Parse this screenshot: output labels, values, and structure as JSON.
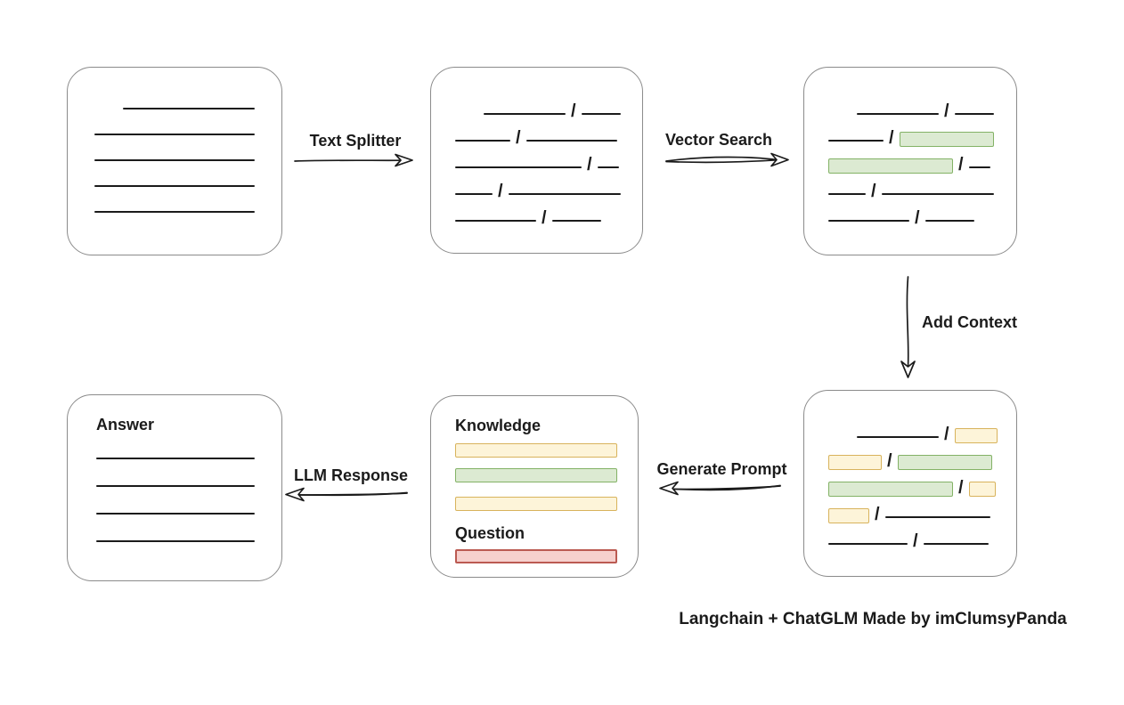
{
  "diagram": {
    "caption": "Langchain + ChatGLM Made by imClumsyPanda",
    "slash": "/",
    "colors": {
      "background": "#ffffff",
      "stroke": "#1b1b1b",
      "box_border": "#8b8b8b",
      "green_fill": "#dcead2",
      "green_border": "#83b266",
      "yellow_fill": "#fdf4d9",
      "yellow_border": "#d8b35c",
      "red_fill": "#f6d0cd",
      "red_border": "#bb5a52"
    },
    "arrows": [
      {
        "label": "Text Splitter",
        "direction": "right"
      },
      {
        "label": "Vector Search",
        "direction": "right"
      },
      {
        "label": "Add Context",
        "direction": "down"
      },
      {
        "label": "Generate Prompt",
        "direction": "left"
      },
      {
        "label": "LLM Response",
        "direction": "left"
      }
    ],
    "boxes": {
      "document": {
        "lines": [
          {
            "indent": 32,
            "w": 148
          },
          {
            "indent": 0,
            "w": 180
          },
          {
            "indent": 0,
            "w": 180
          },
          {
            "indent": 0,
            "w": 180
          },
          {
            "indent": 0,
            "w": 180
          }
        ]
      },
      "chunks": {
        "rows": [
          {
            "indent": 32,
            "segs": [
              {
                "k": "line",
                "w": 92
              },
              {
                "k": "slash"
              },
              {
                "k": "line",
                "w": 44
              }
            ]
          },
          {
            "indent": 0,
            "segs": [
              {
                "k": "line",
                "w": 62
              },
              {
                "k": "slash"
              },
              {
                "k": "line",
                "w": 102
              }
            ]
          },
          {
            "indent": 0,
            "segs": [
              {
                "k": "line",
                "w": 142
              },
              {
                "k": "slash"
              },
              {
                "k": "line",
                "w": 24
              }
            ]
          },
          {
            "indent": 0,
            "segs": [
              {
                "k": "line",
                "w": 42
              },
              {
                "k": "slash"
              },
              {
                "k": "line",
                "w": 126
              }
            ]
          },
          {
            "indent": 0,
            "segs": [
              {
                "k": "line",
                "w": 91
              },
              {
                "k": "slash"
              },
              {
                "k": "line",
                "w": 55
              }
            ]
          }
        ]
      },
      "vector_results": {
        "rows": [
          {
            "indent": 32,
            "segs": [
              {
                "k": "line",
                "w": 92
              },
              {
                "k": "slash"
              },
              {
                "k": "line",
                "w": 44
              }
            ]
          },
          {
            "indent": 0,
            "segs": [
              {
                "k": "line",
                "w": 62
              },
              {
                "k": "slash"
              },
              {
                "k": "green",
                "w": 106
              }
            ]
          },
          {
            "indent": 0,
            "segs": [
              {
                "k": "green",
                "w": 140
              },
              {
                "k": "slash"
              },
              {
                "k": "line",
                "w": 24
              }
            ]
          },
          {
            "indent": 0,
            "segs": [
              {
                "k": "line",
                "w": 42
              },
              {
                "k": "slash"
              },
              {
                "k": "line",
                "w": 126
              }
            ]
          },
          {
            "indent": 0,
            "segs": [
              {
                "k": "line",
                "w": 91
              },
              {
                "k": "slash"
              },
              {
                "k": "line",
                "w": 55
              }
            ]
          }
        ]
      },
      "context": {
        "rows": [
          {
            "indent": 32,
            "segs": [
              {
                "k": "line",
                "w": 92
              },
              {
                "k": "slash"
              },
              {
                "k": "yellow",
                "w": 48
              }
            ]
          },
          {
            "indent": 0,
            "segs": [
              {
                "k": "yellow",
                "w": 60
              },
              {
                "k": "slash"
              },
              {
                "k": "green",
                "w": 106
              }
            ]
          },
          {
            "indent": 0,
            "segs": [
              {
                "k": "green",
                "w": 140
              },
              {
                "k": "slash"
              },
              {
                "k": "yellow",
                "w": 30
              }
            ]
          },
          {
            "indent": 0,
            "segs": [
              {
                "k": "yellow",
                "w": 46
              },
              {
                "k": "slash"
              },
              {
                "k": "line",
                "w": 118
              }
            ]
          },
          {
            "indent": 0,
            "segs": [
              {
                "k": "line",
                "w": 89
              },
              {
                "k": "slash"
              },
              {
                "k": "line",
                "w": 73
              }
            ]
          }
        ]
      },
      "prompt": {
        "knowledge_label": "Knowledge",
        "question_label": "Question",
        "knowledge_bars": [
          "yellow",
          "green",
          "yellow"
        ],
        "question_bars": [
          "red"
        ]
      },
      "answer": {
        "label": "Answer",
        "lines": [
          {
            "indent": 0,
            "w": 178
          },
          {
            "indent": 0,
            "w": 178
          },
          {
            "indent": 0,
            "w": 178
          },
          {
            "indent": 0,
            "w": 178
          }
        ]
      }
    }
  }
}
